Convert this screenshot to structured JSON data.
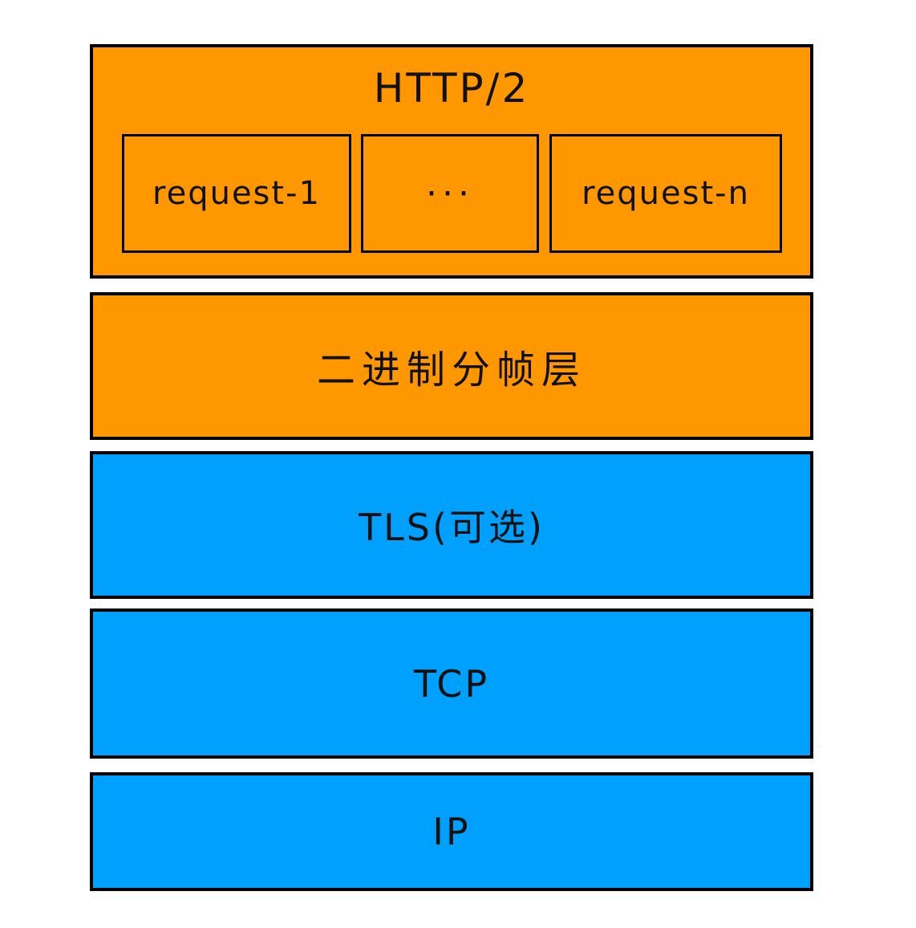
{
  "layers": [
    {
      "label": "HTTP/2",
      "fill": "#FF9800",
      "sub_boxes": [
        {
          "label": "request-1"
        },
        {
          "label": "···"
        },
        {
          "label": "request-n"
        }
      ]
    },
    {
      "label": "二进制分帧层",
      "fill": "#FF9800"
    },
    {
      "label": "TLS(可选)",
      "fill": "#00A0FF"
    },
    {
      "label": "TCP",
      "fill": "#00A0FF"
    },
    {
      "label": "IP",
      "fill": "#00A0FF"
    }
  ],
  "colors": {
    "layer_orange": "#FF9800",
    "layer_blue": "#00A0FF",
    "border": "#000000",
    "background": "#FFFFFF",
    "text": "#111111"
  }
}
